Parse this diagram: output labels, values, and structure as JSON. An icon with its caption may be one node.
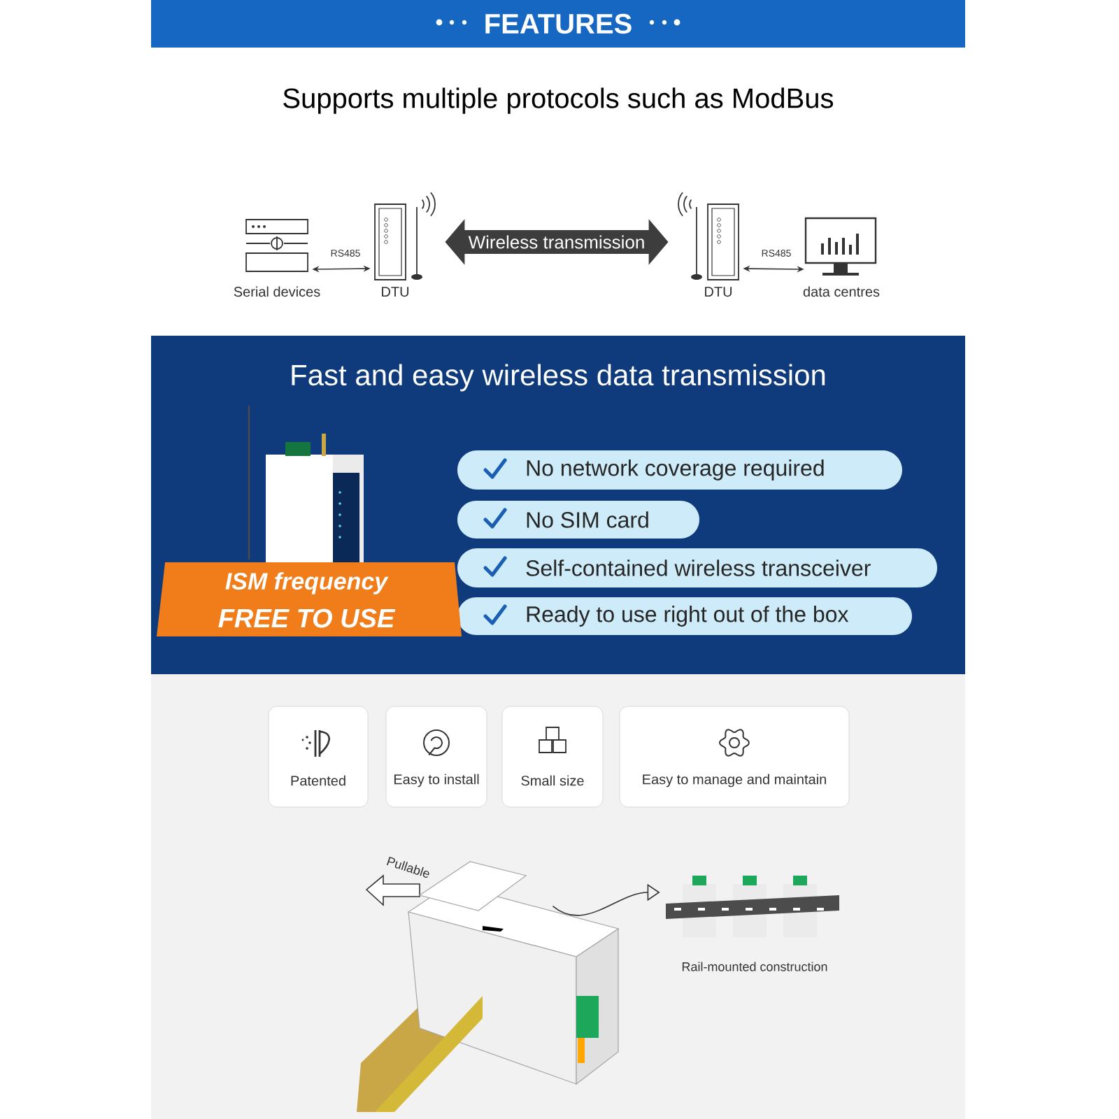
{
  "diagram": {
    "title": "FEATURES",
    "nodes": [
      {
        "text": [
          "Serial devices"
        ]
      },
      {
        "text": [
          "DTU"
        ]
      },
      {
        "text": [
          "DTU"
        ]
      },
      {
        "text": [
          "data centres"
        ]
      },
      {
        "text": [
          "No network coverage required"
        ]
      },
      {
        "text": [
          "No SIM card"
        ]
      },
      {
        "text": [
          "Self-contained wireless transceiver"
        ]
      },
      {
        "text": [
          "Ready to use right out of the box"
        ]
      },
      {
        "text": [
          "ISM frequency",
          "FREE TO USE"
        ]
      },
      {
        "text": [
          "Patented"
        ]
      },
      {
        "text": [
          "Easy to install"
        ]
      },
      {
        "text": [
          "Small size"
        ]
      },
      {
        "text": [
          "Easy to manage and maintain"
        ]
      },
      {
        "text": [],
        "shape": "picture"
      },
      {
        "text": [],
        "shape": "picture",
        "beside": [
          "Rail-mounted construction"
        ]
      }
    ],
    "edges": [
      {
        "from": 0,
        "to": 1,
        "arrow": "both",
        "label": "RS485"
      },
      {
        "from": 1,
        "to": 2,
        "arrow": "both",
        "label": "Wireless transmission",
        "style": "thick",
        "color": "#3d3d3d"
      },
      {
        "from": 2,
        "to": 3,
        "arrow": "both",
        "label": "RS485"
      },
      {
        "from": 13,
        "to": 14,
        "arrow": "to"
      }
    ],
    "labels": [
      "Supports multiple protocols such as ModBus",
      "Fast and easy wireless data transmission",
      "Pullable"
    ]
  }
}
